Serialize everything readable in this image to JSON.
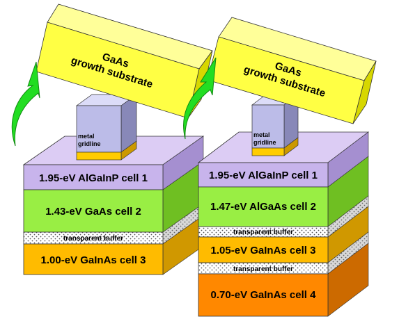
{
  "left_stack": {
    "substrate": {
      "line1": "GaAs",
      "line2": "growth substrate"
    },
    "gridline": {
      "line1": "metal",
      "line2": "gridline"
    },
    "layers": {
      "cell1": "1.95-eV AlGaInP cell 1",
      "cell2": "1.43-eV GaAs cell 2",
      "buffer": "transparent buffer",
      "cell3": "1.00-eV GaInAs cell 3"
    }
  },
  "right_stack": {
    "substrate": {
      "line1": "GaAs",
      "line2": "growth substrate"
    },
    "gridline": {
      "line1": "metal",
      "line2": "gridline"
    },
    "layers": {
      "cell1": "1.95-eV AlGaInP cell 1",
      "cell2": "1.47-eV AlGaAs cell 2",
      "buffer1": "transparent buffer",
      "cell3": "1.05-eV GaInAs cell 3",
      "buffer2": "transparent buffer",
      "cell4": "0.70-eV GaInAs cell 4"
    }
  },
  "colors": {
    "cell1": "#c8b4ec",
    "cell2": "#99ee44",
    "cell3": "#ffbb00",
    "cell4": "#ff8800",
    "substrate": "#ffff44",
    "arrow": "#22dd22"
  }
}
